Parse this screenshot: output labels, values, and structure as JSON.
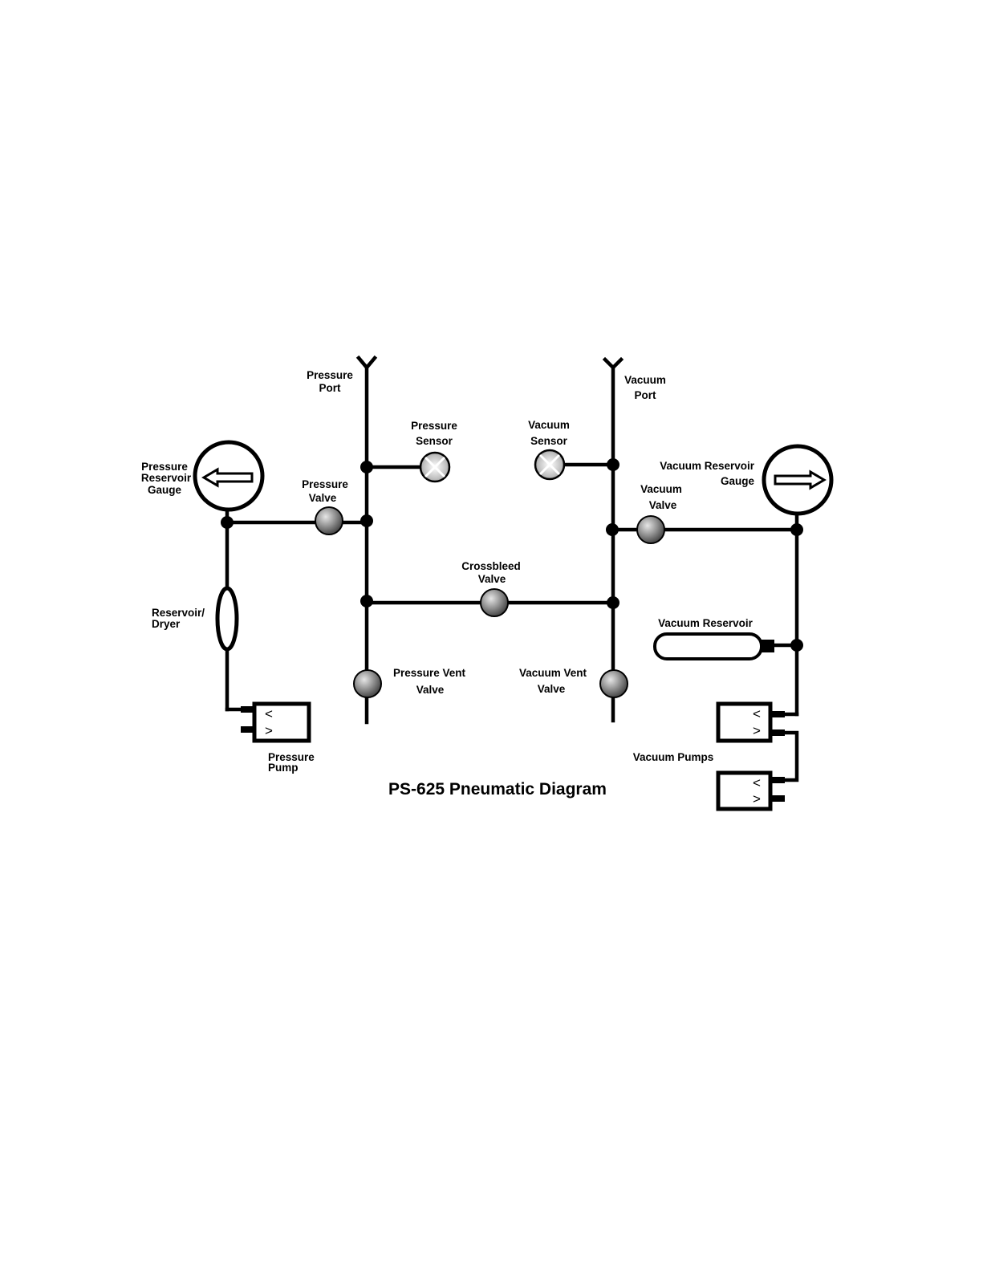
{
  "diagram": {
    "title": "PS-625 Pneumatic Diagram",
    "labels": {
      "pressure_port": [
        "Pressure",
        "Port"
      ],
      "vacuum_port": [
        "Vacuum",
        "Port"
      ],
      "pressure_sensor": [
        "Pressure",
        "Sensor"
      ],
      "vacuum_sensor": [
        "Vacuum",
        "Sensor"
      ],
      "pressure_reservoir_gauge": [
        "Pressure",
        "Reservoir",
        "Gauge"
      ],
      "vacuum_reservoir_gauge": [
        "Vacuum Reservoir",
        "Gauge"
      ],
      "pressure_valve": [
        "Pressure",
        "Valve"
      ],
      "vacuum_valve": [
        "Vacuum",
        "Valve"
      ],
      "crossbleed_valve": [
        "Crossbleed",
        "Valve"
      ],
      "reservoir_dryer": [
        "Reservoir/",
        "Dryer"
      ],
      "vacuum_reservoir": [
        "Vacuum Reservoir"
      ],
      "pressure_vent_valve": [
        "Pressure Vent",
        "Valve"
      ],
      "vacuum_vent_valve": [
        "Vacuum Vent",
        "Valve"
      ],
      "pressure_pump": [
        "Pressure",
        "Pump"
      ],
      "vacuum_pumps": [
        "Vacuum Pumps"
      ]
    },
    "pump_symbols": {
      "upper": "<",
      "lower": ">"
    },
    "colors": {
      "line": "#000000",
      "valve_light": "#e0e0e0",
      "valve_dark": "#505050"
    }
  }
}
